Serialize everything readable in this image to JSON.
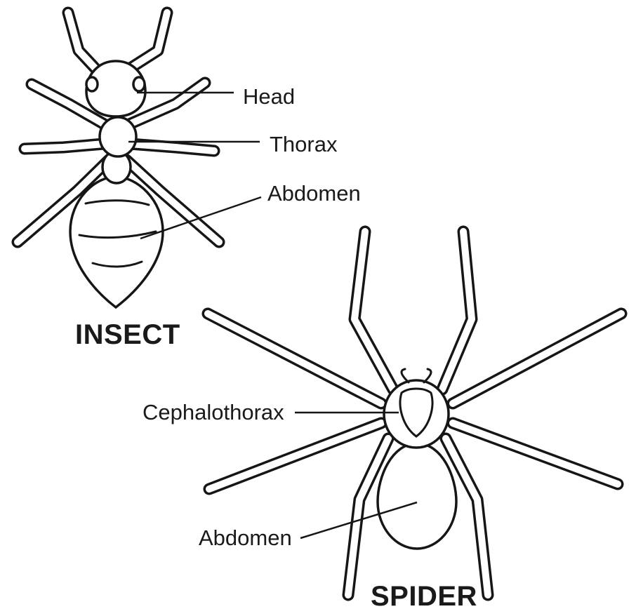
{
  "insect": {
    "title": "INSECT",
    "labels": {
      "head": "Head",
      "thorax": "Thorax",
      "abdomen": "Abdomen"
    }
  },
  "spider": {
    "title": "SPIDER",
    "labels": {
      "cephalothorax": "Cephalothorax",
      "abdomen": "Abdomen"
    }
  }
}
